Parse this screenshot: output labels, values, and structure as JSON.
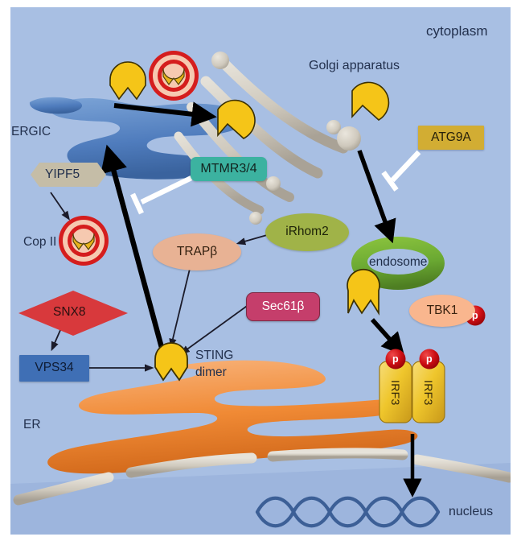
{
  "diagram": {
    "title_labels": {
      "cytoplasm": "cytoplasm",
      "nucleus": "nucleus",
      "golgi": "Golgi apparatus",
      "ergic": "ERGIC",
      "er": "ER",
      "cop2": "Cop II",
      "endosome": "endosome",
      "sting_dimer_line1": "STING",
      "sting_dimer_line2": "dimer"
    },
    "nodes": [
      {
        "id": "mtmr34",
        "label": "MTMR3/4",
        "shape": "rounded-rect",
        "color": "#3cb2a0"
      },
      {
        "id": "atg9a",
        "label": "ATG9A",
        "shape": "rect",
        "color": "#d2ad33"
      },
      {
        "id": "irhom2",
        "label": "iRhom2",
        "shape": "ellipse",
        "color": "#a0b348"
      },
      {
        "id": "trapb",
        "label": "TRAPβ",
        "shape": "ellipse",
        "color": "#e8b294"
      },
      {
        "id": "sec61b",
        "label": "Sec61β",
        "shape": "rounded-rect",
        "color": "#c53e6b"
      },
      {
        "id": "yipf5",
        "label": "YIPF5",
        "shape": "hexagon",
        "color": "#c5bda7"
      },
      {
        "id": "snx8",
        "label": "SNX8",
        "shape": "diamond",
        "color": "#d8393c"
      },
      {
        "id": "vps34",
        "label": "VPS34",
        "shape": "rect",
        "color": "#3f6fb5"
      },
      {
        "id": "tbk1",
        "label": "TBK1",
        "shape": "ellipse",
        "color": "#f9b68e"
      },
      {
        "id": "irf3_left",
        "label": "IRF3",
        "shape": "rounded-rect",
        "color": "#e6b925"
      },
      {
        "id": "irf3_right",
        "label": "IRF3",
        "shape": "rounded-rect",
        "color": "#e6b925"
      }
    ],
    "phospho_marks": [
      {
        "id": "p_tbk1",
        "label": "p",
        "color": "#cc0d13"
      },
      {
        "id": "p_irf3_left",
        "label": "p",
        "color": "#cc0d13"
      },
      {
        "id": "p_irf3_right",
        "label": "p",
        "color": "#cc0d13"
      }
    ],
    "organelles": [
      {
        "id": "ergic",
        "label": "ERGIC",
        "color": "#4f7cbd"
      },
      {
        "id": "golgi",
        "label": "Golgi apparatus",
        "color": "#d3cec4"
      },
      {
        "id": "er",
        "label": "ER",
        "color": "#ef8f3c"
      },
      {
        "id": "endosome",
        "label": "endosome",
        "color": "#6aa832"
      },
      {
        "id": "cop2",
        "label": "Cop II",
        "color": "#d51d1d"
      },
      {
        "id": "nuclear-membrane",
        "label": "",
        "color": "#cfc9bd"
      },
      {
        "id": "dna-helix",
        "label": "",
        "color": "#3c5f96"
      }
    ],
    "colors": {
      "background": "#a8bfe3",
      "nucleus_background": "#9db5dd",
      "sting_yellow": "#f5c518",
      "arrow_black": "#000000",
      "inhibit_white": "#ffffff"
    },
    "edges": [
      {
        "from": "ergic",
        "to": "golgi",
        "kind": "activation-thick"
      },
      {
        "from": "cop2",
        "to": "ergic",
        "kind": "activation-thick"
      },
      {
        "from": "sting-dimer-er",
        "to": "ergic",
        "kind": "activation-thick"
      },
      {
        "from": "golgi",
        "to": "endosome",
        "kind": "activation-thick"
      },
      {
        "from": "endosome",
        "to": "irf3-dimer",
        "kind": "activation-thick"
      },
      {
        "from": "irf3-dimer",
        "to": "nucleus",
        "kind": "activation-thick"
      },
      {
        "from": "mtmr34",
        "to": "ergic-transport",
        "kind": "inhibition"
      },
      {
        "from": "atg9a",
        "to": "golgi-endosome-transport",
        "kind": "inhibition"
      },
      {
        "from": "yipf5",
        "to": "cop2",
        "kind": "activation-thin"
      },
      {
        "from": "irhom2",
        "to": "trapb",
        "kind": "activation-thin"
      },
      {
        "from": "trapb",
        "to": "sting-dimer",
        "kind": "activation-thin"
      },
      {
        "from": "sec61b",
        "to": "sting-dimer",
        "kind": "activation-thin"
      },
      {
        "from": "snx8",
        "to": "vps34",
        "kind": "activation-thin"
      },
      {
        "from": "vps34",
        "to": "sting-dimer",
        "kind": "activation-thin"
      }
    ]
  }
}
